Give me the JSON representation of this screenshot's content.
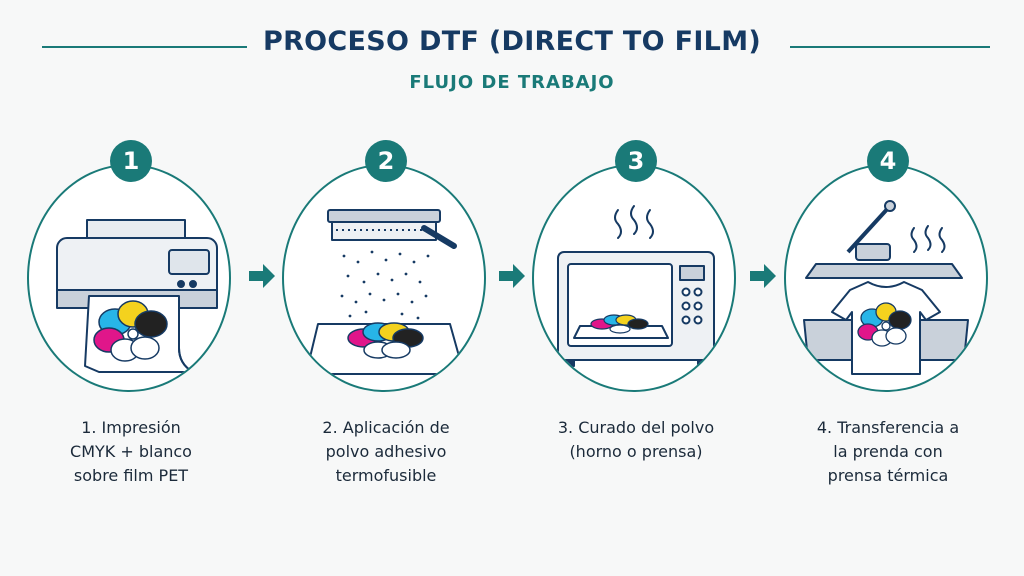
{
  "title": "PROCESO DTF (DIRECT TO FILM)",
  "subtitle": "FLUJO DE TRABAJO",
  "colors": {
    "teal": "#1a7a78",
    "navy": "#163a63",
    "cyan": "#27b5e8",
    "magenta": "#e0168a",
    "yellow": "#f4d21e",
    "black": "#222222"
  },
  "steps": [
    {
      "number": "1",
      "icon": "printer-icon",
      "caption": [
        "1. Impresión",
        "CMYK + blanco",
        "sobre film PET"
      ]
    },
    {
      "number": "2",
      "icon": "powder-shaker-icon",
      "caption": [
        "2. Aplicación de",
        "polvo adhesivo",
        "termofusible"
      ]
    },
    {
      "number": "3",
      "icon": "oven-icon",
      "caption": [
        "3. Curado del polvo",
        "(horno o prensa)"
      ]
    },
    {
      "number": "4",
      "icon": "heat-press-icon",
      "caption": [
        "4. Transferencia a",
        "la prenda con",
        "prensa térmica"
      ]
    }
  ]
}
